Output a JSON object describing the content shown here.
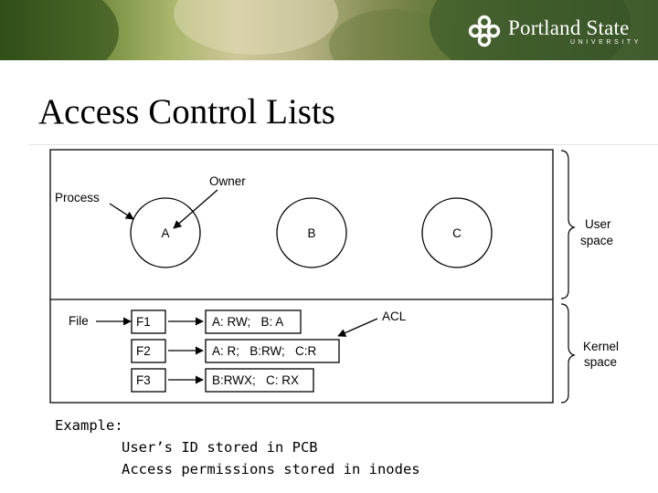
{
  "header": {
    "logo_name": "Portland State",
    "logo_sub": "UNIVERSITY",
    "logo_icon": "psu-logo-icon"
  },
  "slide": {
    "title": "Access Control Lists"
  },
  "diagram": {
    "labels": {
      "process": "Process",
      "owner": "Owner",
      "file": "File",
      "acl": "ACL",
      "user_space": [
        "User",
        "space"
      ],
      "kernel_space": [
        "Kernel",
        "space"
      ]
    },
    "processes": [
      "A",
      "B",
      "C"
    ],
    "files": [
      {
        "name": "F1",
        "acl": "A: RW;   B: A"
      },
      {
        "name": "F2",
        "acl": "A: R;   B:RW;   C:R"
      },
      {
        "name": "F3",
        "acl": "B:RWX;   C: RX"
      }
    ]
  },
  "example": {
    "heading": "Example:",
    "lines": [
      "User’s ID stored in PCB",
      "Access permissions stored in inodes"
    ]
  }
}
